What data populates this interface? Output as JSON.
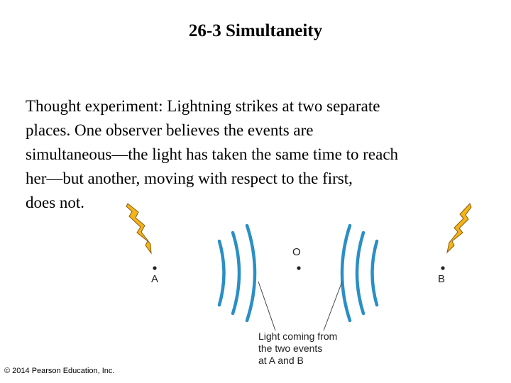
{
  "slide": {
    "title": "26-3 Simultaneity",
    "body_lines": [
      "Thought experiment: Lightning strikes at two separate",
      "places. One observer believes the events are",
      "simultaneous—the light has taken the same time to reach",
      "her—but another, moving with respect to the first,",
      "does not."
    ]
  },
  "figure": {
    "label_observer": "O",
    "label_a": "A",
    "label_b": "B",
    "caption_lines": [
      "Light coming from",
      "the two events",
      "at A and B"
    ],
    "wave_color": "#2a8fc4",
    "lightning_color": "#f2b418",
    "icons": [
      "lightning-bolt-icon",
      "lightning-bolt-icon"
    ]
  },
  "footer": {
    "copyright": "© 2014 Pearson Education, Inc."
  }
}
